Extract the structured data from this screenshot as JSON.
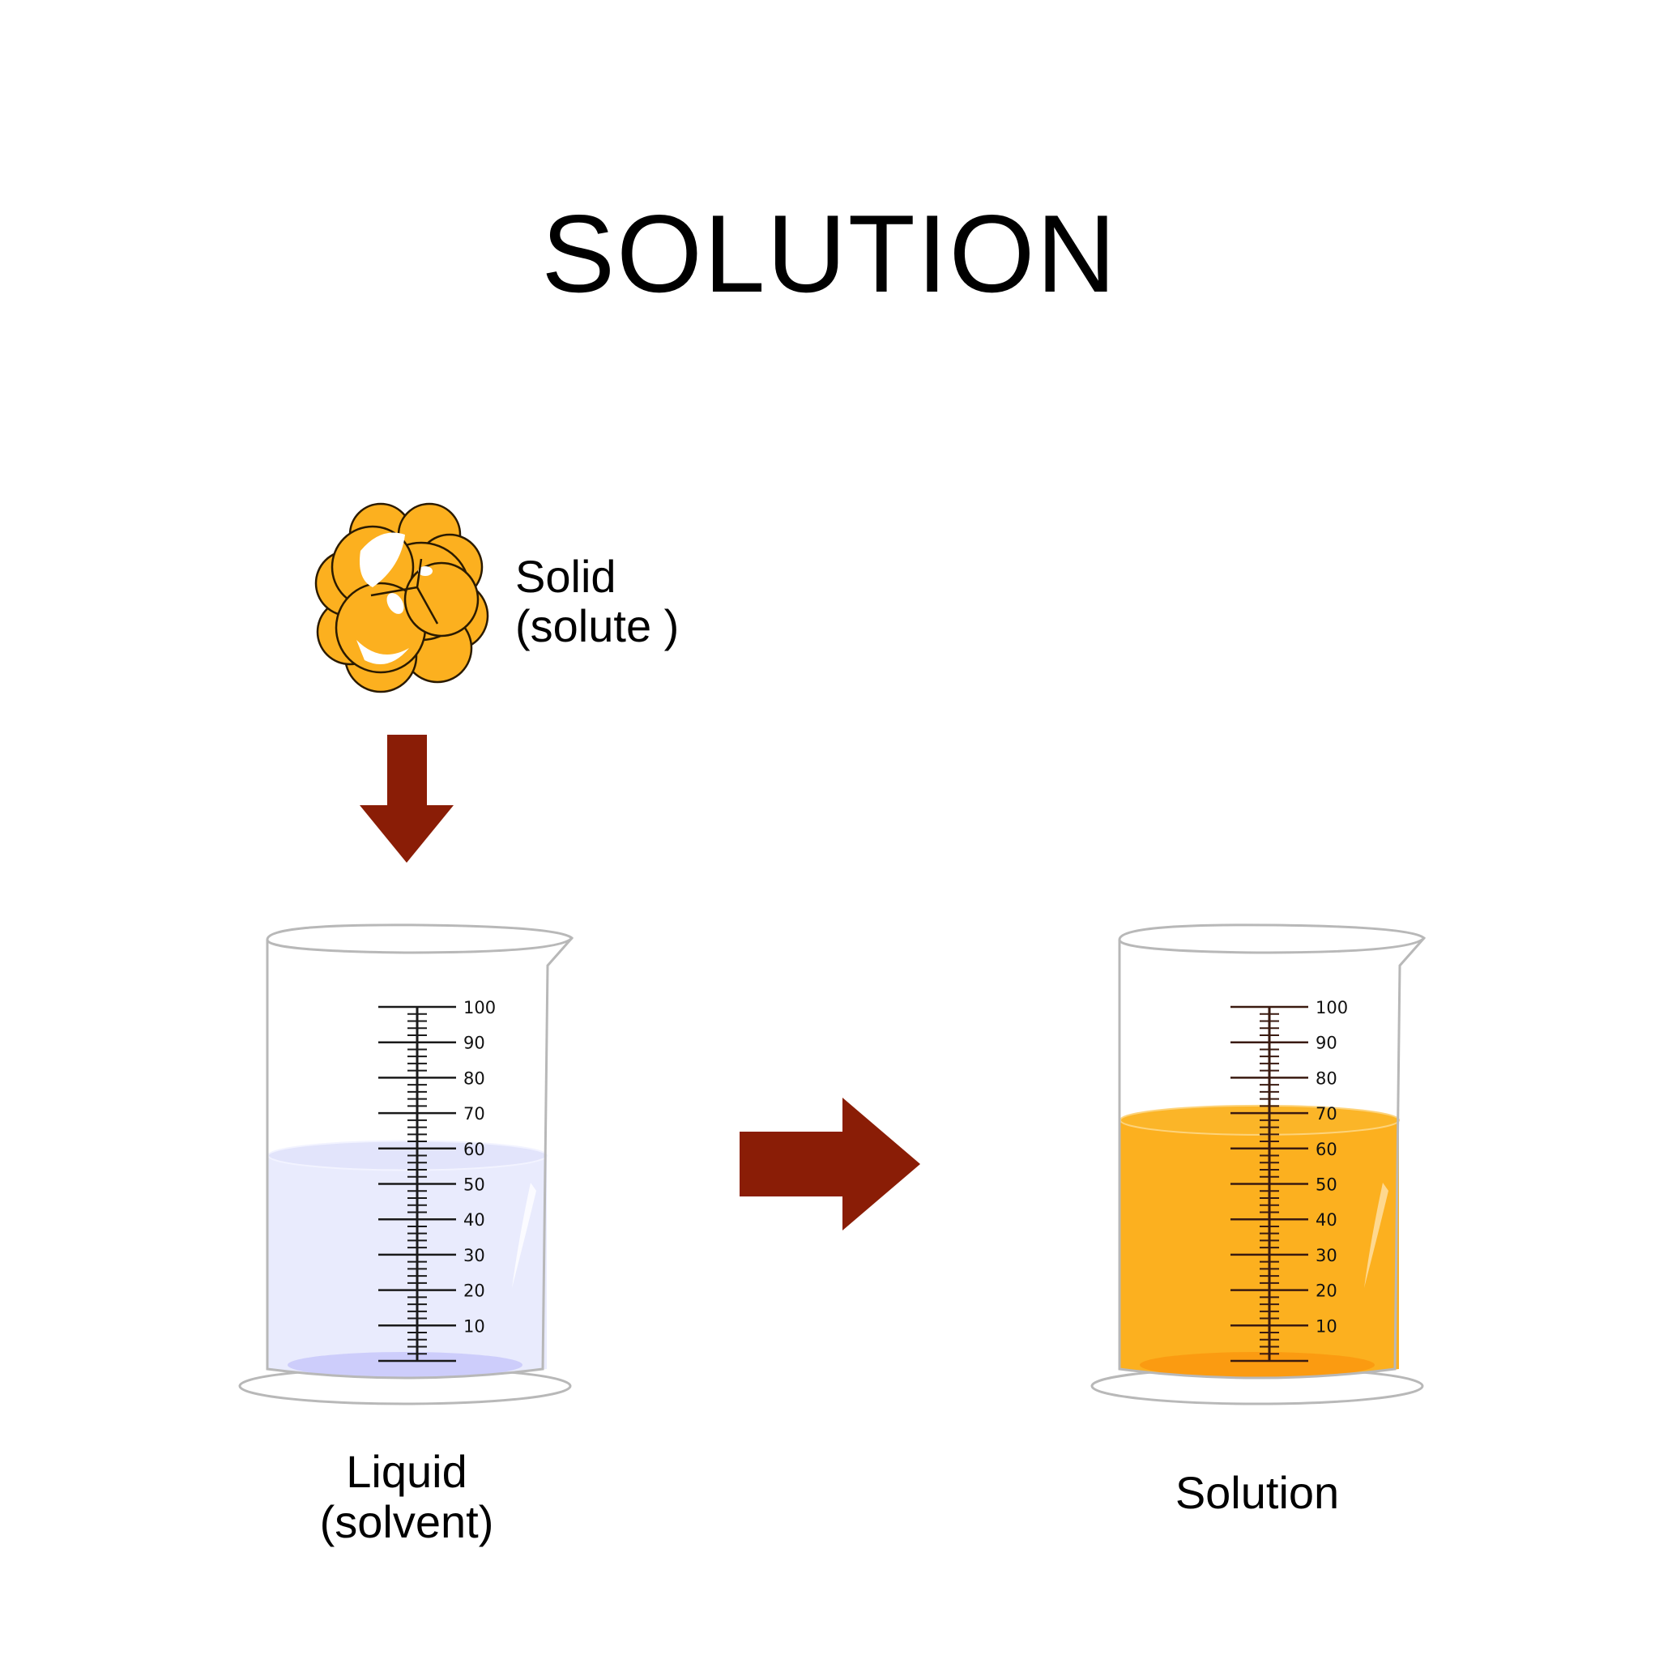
{
  "title": "SOLUTION",
  "solute_label": {
    "line1": "Solid",
    "line2": "(solute )"
  },
  "solvent_label": {
    "line1": "Liquid",
    "line2": "(solvent)"
  },
  "solution_label": "Solution",
  "scale_labels": [
    "100",
    "90",
    "80",
    "70",
    "60",
    "50",
    "40",
    "30",
    "20",
    "10"
  ],
  "liquid_levels": {
    "solvent": 58,
    "solution": 68
  },
  "icons": [
    "solute-crystal-icon",
    "down-arrow-icon",
    "right-arrow-icon",
    "beaker-icon"
  ],
  "colors": {
    "arrow": "#8a1d06",
    "solute": "#fcb01f",
    "solvent": "#e9ebfd",
    "solvent_bottom": "#cdcdfb",
    "solution": "#fcb01f",
    "solution_bottom": "#fb9b11",
    "glass": "#b8b8b8"
  }
}
